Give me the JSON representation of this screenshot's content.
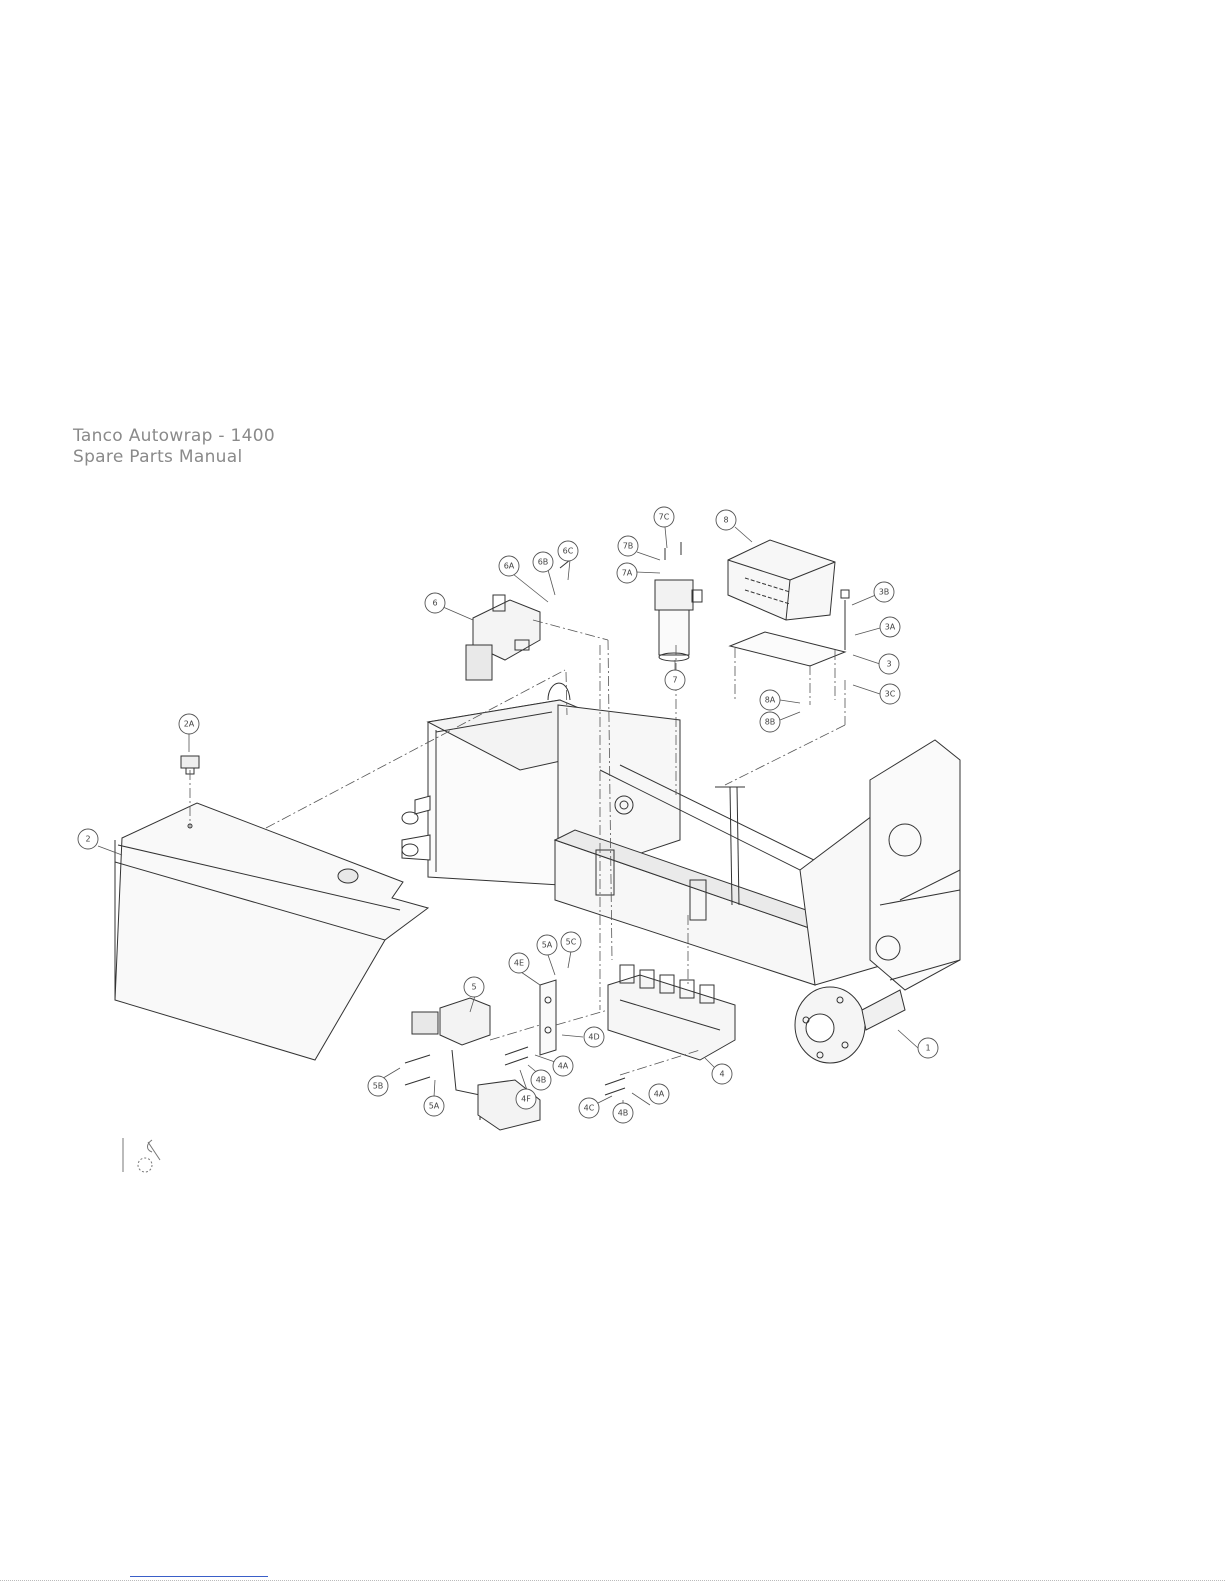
{
  "header": {
    "line1": "Tanco Autowrap - 1400",
    "line2": "Spare Parts Manual"
  },
  "callouts": [
    "1",
    "2",
    "2A",
    "3",
    "3A",
    "3B",
    "3C",
    "4",
    "4A",
    "4B",
    "4C",
    "4D",
    "4E",
    "4F",
    "5",
    "5A",
    "5B",
    "5C",
    "6",
    "6A",
    "6B",
    "6C",
    "7",
    "7A",
    "7B",
    "7C",
    "8",
    "8A",
    "8B"
  ],
  "icons": {
    "logo": "wrench-gear-logo-icon"
  }
}
